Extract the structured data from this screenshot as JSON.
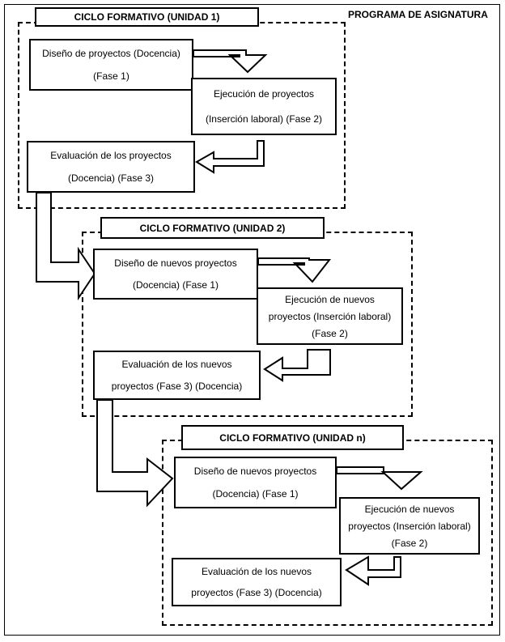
{
  "program_label": "PROGRAMA DE ASIGNATURA",
  "units": [
    {
      "title": "CICLO FORMATIVO (UNIDAD 1)",
      "design": [
        "Diseño de proyectos (Docencia)",
        "(Fase 1)"
      ],
      "execution": [
        "Ejecución de proyectos",
        "(Inserción laboral) (Fase 2)"
      ],
      "evaluation": [
        "Evaluación de los proyectos",
        "(Docencia) (Fase 3)"
      ]
    },
    {
      "title": "CICLO FORMATIVO (UNIDAD 2)",
      "design": [
        "Diseño de nuevos proyectos",
        "(Docencia) (Fase 1)"
      ],
      "execution": [
        "Ejecución de nuevos",
        "proyectos (Inserción laboral)",
        "(Fase 2)"
      ],
      "evaluation": [
        "Evaluación de los nuevos",
        "proyectos (Fase 3) (Docencia)"
      ]
    },
    {
      "title": "CICLO FORMATIVO (UNIDAD n)",
      "design": [
        "Diseño de nuevos proyectos",
        "(Docencia) (Fase 1)"
      ],
      "execution": [
        "Ejecución de nuevos",
        "proyectos (Inserción laboral)",
        "(Fase 2)"
      ],
      "evaluation": [
        "Evaluación de los nuevos",
        "proyectos (Fase 3) (Docencia)"
      ]
    }
  ]
}
